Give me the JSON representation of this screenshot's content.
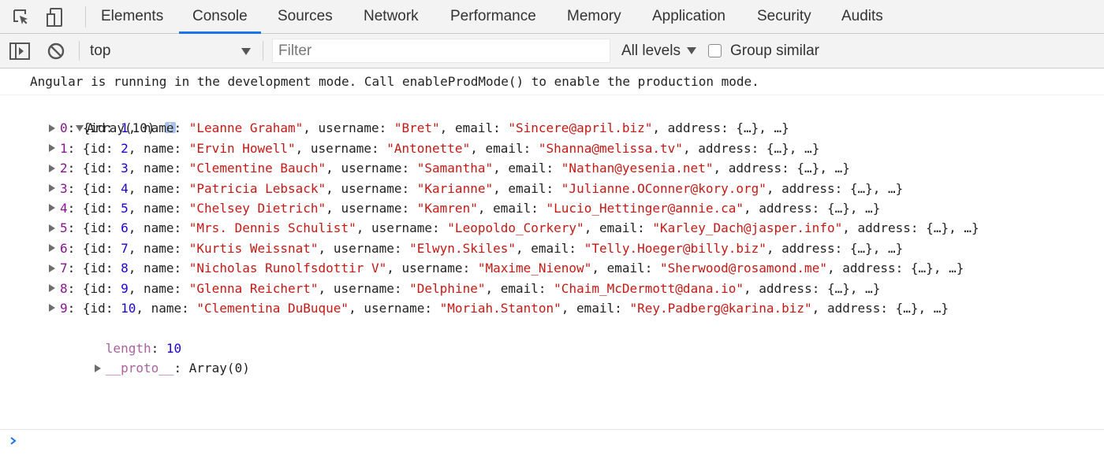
{
  "tabs": [
    "Elements",
    "Console",
    "Sources",
    "Network",
    "Performance",
    "Memory",
    "Application",
    "Security",
    "Audits"
  ],
  "active_tab": "Console",
  "toolbar": {
    "context": "top",
    "filter_placeholder": "Filter",
    "levels": "All levels",
    "group_similar": "Group similar"
  },
  "console": {
    "message": "Angular is running in the development mode. Call enableProdMode() to enable the production mode.",
    "array_label": "Array(10)",
    "info_glyph": "i",
    "rows": [
      {
        "index": "0",
        "id": "1",
        "name": "Leanne Graham",
        "username": "Bret",
        "email": "Sincere@april.biz"
      },
      {
        "index": "1",
        "id": "2",
        "name": "Ervin Howell",
        "username": "Antonette",
        "email": "Shanna@melissa.tv"
      },
      {
        "index": "2",
        "id": "3",
        "name": "Clementine Bauch",
        "username": "Samantha",
        "email": "Nathan@yesenia.net"
      },
      {
        "index": "3",
        "id": "4",
        "name": "Patricia Lebsack",
        "username": "Karianne",
        "email": "Julianne.OConner@kory.org"
      },
      {
        "index": "4",
        "id": "5",
        "name": "Chelsey Dietrich",
        "username": "Kamren",
        "email": "Lucio_Hettinger@annie.ca"
      },
      {
        "index": "5",
        "id": "6",
        "name": "Mrs. Dennis Schulist",
        "username": "Leopoldo_Corkery",
        "email": "Karley_Dach@jasper.info"
      },
      {
        "index": "6",
        "id": "7",
        "name": "Kurtis Weissnat",
        "username": "Elwyn.Skiles",
        "email": "Telly.Hoeger@billy.biz"
      },
      {
        "index": "7",
        "id": "8",
        "name": "Nicholas Runolfsdottir V",
        "username": "Maxime_Nienow",
        "email": "Sherwood@rosamond.me"
      },
      {
        "index": "8",
        "id": "9",
        "name": "Glenna Reichert",
        "username": "Delphine",
        "email": "Chaim_McDermott@dana.io"
      },
      {
        "index": "9",
        "id": "10",
        "name": "Clementina DuBuque",
        "username": "Moriah.Stanton",
        "email": "Rey.Padberg@karina.biz"
      }
    ],
    "length_key": "length",
    "length_value": "10",
    "proto_key": "__proto__",
    "proto_value": "Array(0)",
    "prompt": "›"
  },
  "colors": {
    "accent": "#1a73e8",
    "string": "#c41a16",
    "number": "#1c00cf",
    "index": "#881391",
    "dim_key": "#a863a0"
  }
}
